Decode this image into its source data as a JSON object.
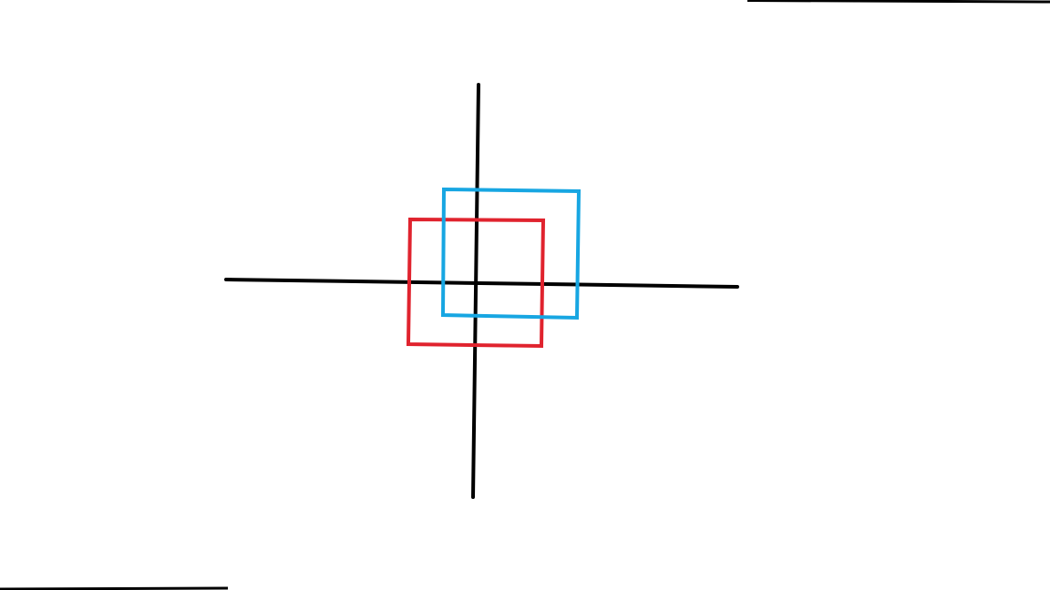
{
  "diagram": {
    "background_color": "#ffffff",
    "axes": {
      "color": "#000000",
      "horizontal": "line",
      "vertical": "line"
    },
    "squares": [
      {
        "name": "red-square",
        "color": "#e0232e"
      },
      {
        "name": "blue-square",
        "color": "#17a6e2"
      }
    ],
    "frame_edges": {
      "color": "#000000"
    }
  }
}
